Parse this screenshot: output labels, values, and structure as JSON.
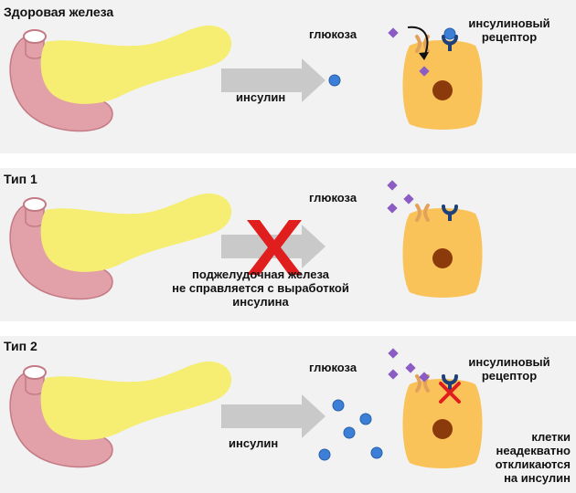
{
  "colors": {
    "panel": "#f2f2f2",
    "gland": "#f5ee72",
    "duodenum": "#e2a0a8",
    "duodenum_stroke": "#c37a84",
    "arrow": "#c9c9c9",
    "cell": "#f9c35a",
    "nucleus": "#8b3a0c",
    "glucose": "#8a5cc4",
    "insulin": "#3c7fd6",
    "receptor": "#1d3f7a",
    "transporter": "#e3a25c",
    "cross": "#e01e1e"
  },
  "rows": [
    {
      "title": "Здоровая железа",
      "arrow_label": "инсулин",
      "glucose_label": "глюкоза",
      "receptor_label": [
        "инсулиновый",
        "рецептор"
      ]
    },
    {
      "title": "Тип 1",
      "glucose_label": "глюкоза",
      "note": [
        "поджелудочная железа",
        "не справляется с выработкой",
        "инсулина"
      ]
    },
    {
      "title": "Тип 2",
      "arrow_label": "инсулин",
      "glucose_label": "глюкоза",
      "receptor_label": [
        "инсулиновый",
        "рецептор"
      ],
      "note": [
        "клетки",
        "неадекватно",
        "откликаются",
        "на инсулин"
      ]
    }
  ]
}
